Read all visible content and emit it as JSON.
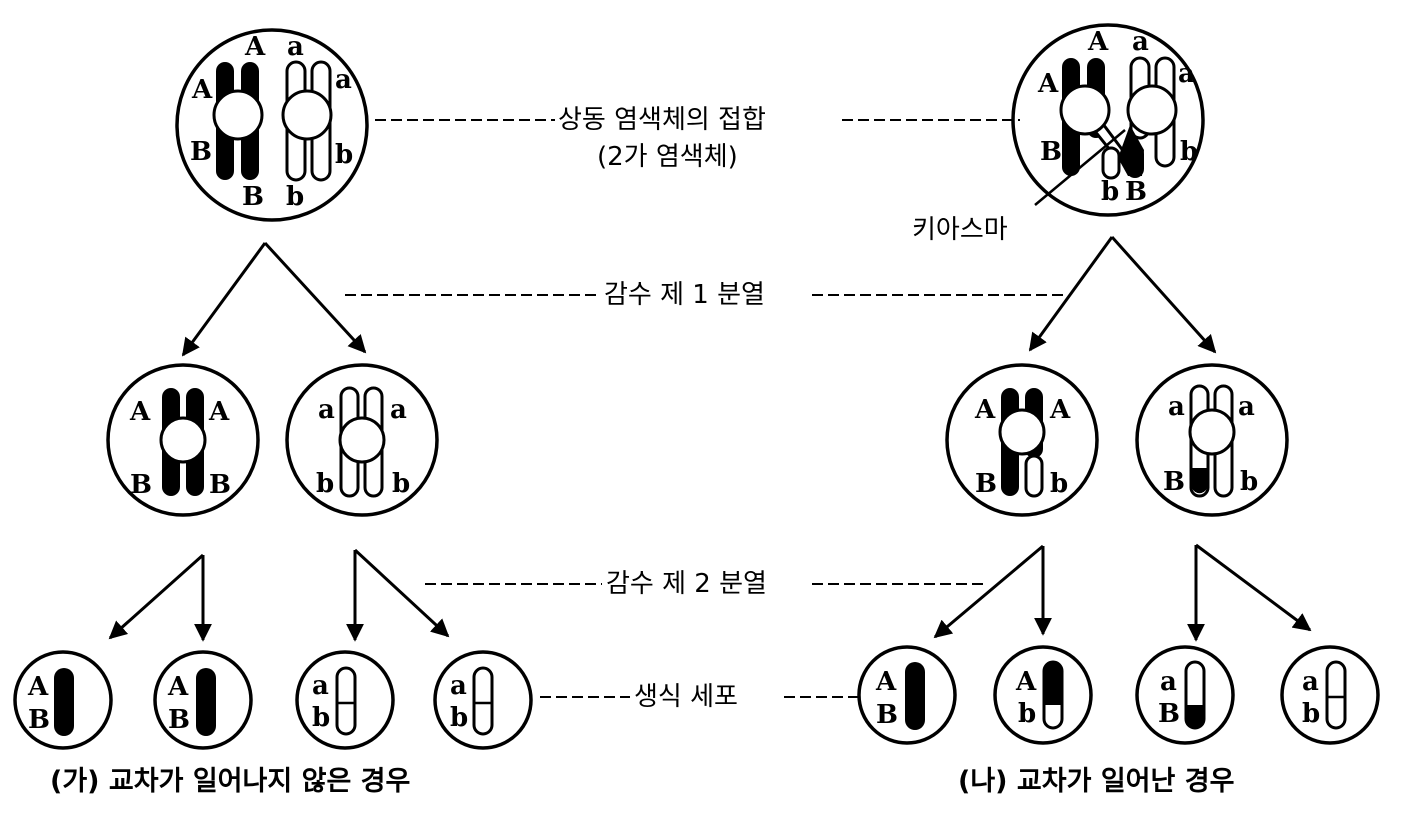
{
  "labels": {
    "synapsis": "상동 염색체의 접합",
    "bivalent": "(2가 염색체)",
    "chiasma": "키아스마",
    "meiosis1": "감수 제 1 분열",
    "meiosis2": "감수 제 2 분열",
    "gamete": "생식 세포"
  },
  "captions": {
    "left": "(가) 교차가 일어나지 않은 경우",
    "right": "(나) 교차가 일어난 경우"
  },
  "genes": {
    "A": "A",
    "a": "a",
    "B": "B",
    "b": "b"
  },
  "gametes": {
    "left": [
      [
        "A",
        "B"
      ],
      [
        "A",
        "B"
      ],
      [
        "a",
        "b"
      ],
      [
        "a",
        "b"
      ]
    ],
    "right": [
      [
        "A",
        "B"
      ],
      [
        "A",
        "b"
      ],
      [
        "a",
        "B"
      ],
      [
        "a",
        "b"
      ]
    ]
  }
}
